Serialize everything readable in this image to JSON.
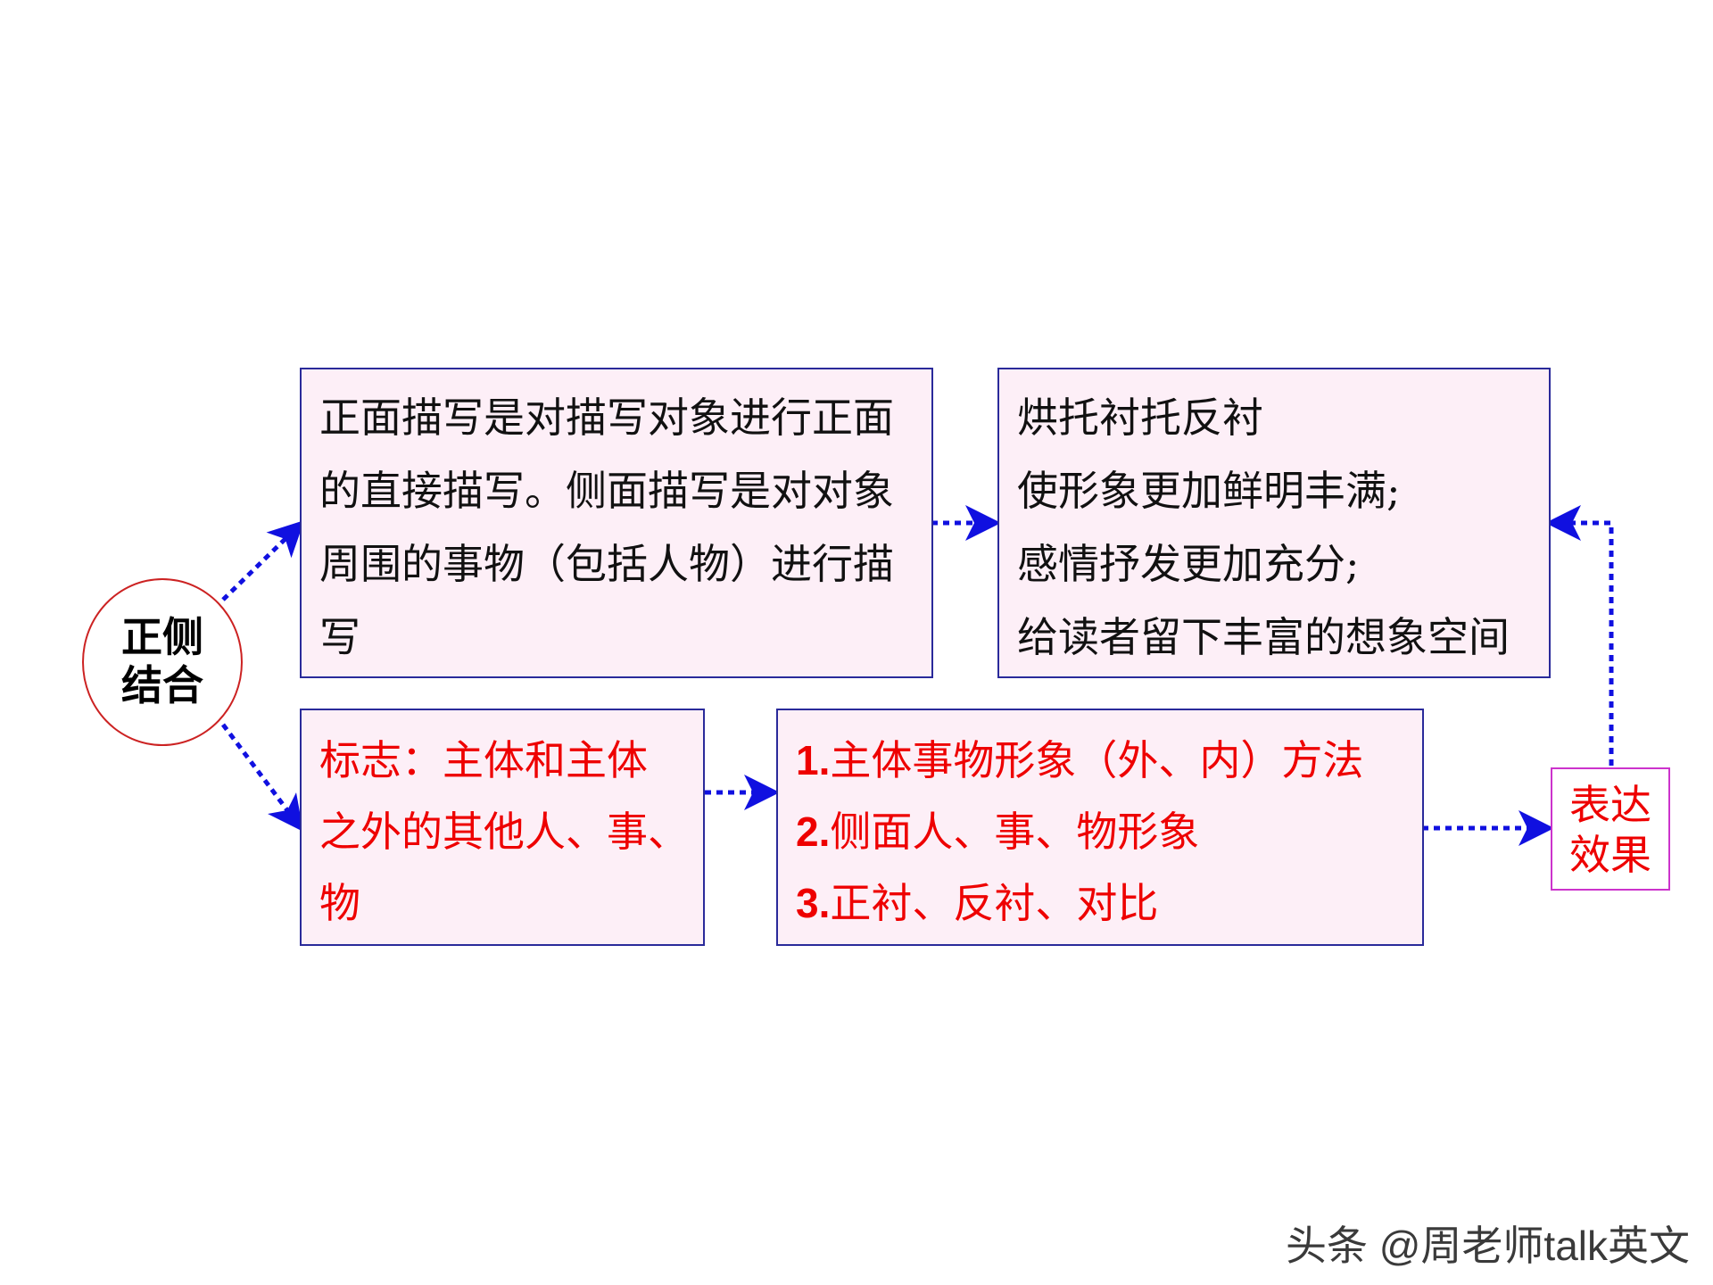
{
  "center_node": {
    "line1": "正侧",
    "line2": "结合"
  },
  "definition_box": {
    "lines": [
      "正面描写是对描写对象进行正面",
      "的直接描写。侧面描写是对对象",
      "周围的事物（包括人物）进行描",
      "写"
    ]
  },
  "technique_box": {
    "lines": [
      "烘托衬托反衬",
      "使形象更加鲜明丰满;",
      "感情抒发更加充分;",
      "给读者留下丰富的想象空间"
    ]
  },
  "marker_box": {
    "lines": [
      "标志：主体和主体",
      "之外的其他人、事、",
      "物"
    ]
  },
  "method_box": {
    "items": [
      {
        "num": "1.",
        "text": "主体事物形象（外、内）方法"
      },
      {
        "num": "2.",
        "text": "侧面人、事、物形象"
      },
      {
        "num": "3.",
        "text": "正衬、反衬、对比"
      }
    ]
  },
  "effect_node": {
    "line1": "表达",
    "line2": "效果"
  },
  "watermark": "头条 @周老师talk英文",
  "colors": {
    "arrow": "#1010e0",
    "box_fill": "#fdeff7",
    "box_border": "#2a2a9a",
    "red_text": "#ee0000",
    "circle_border": "#cc2222",
    "effect_border": "#cc33cc"
  }
}
